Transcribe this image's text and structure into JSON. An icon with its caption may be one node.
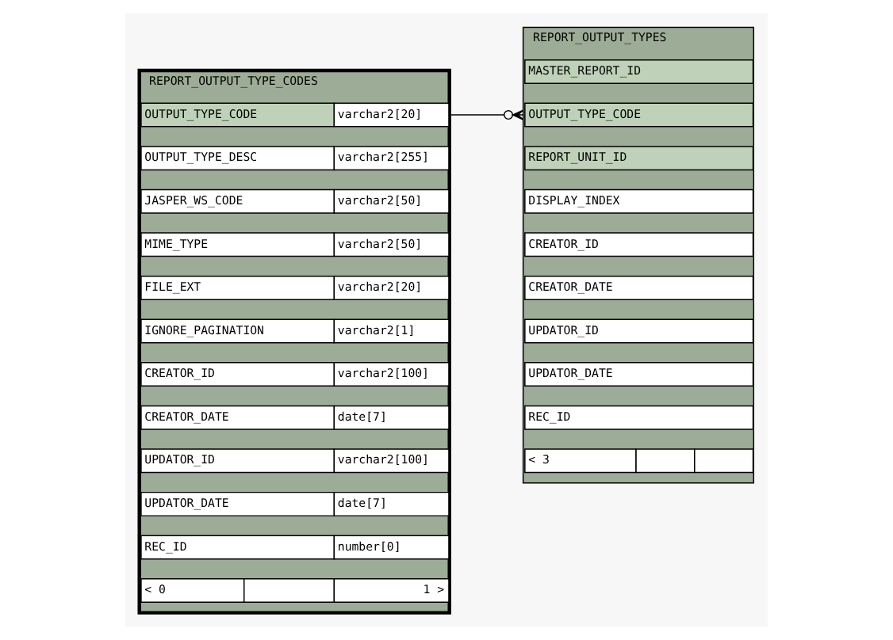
{
  "diagram": {
    "nodes": [
      {
        "text": [
          "REPORT_OUTPUT_TYPE_CODES"
        ]
      },
      {
        "text": [
          "OUTPUT_TYPE_CODE",
          "varchar2[20]"
        ],
        "in": 0
      },
      {
        "text": [
          "OUTPUT_TYPE_DESC",
          "varchar2[255]"
        ],
        "in": 0
      },
      {
        "text": [
          "JASPER_WS_CODE",
          "varchar2[50]"
        ],
        "in": 0
      },
      {
        "text": [
          "MIME_TYPE",
          "varchar2[50]"
        ],
        "in": 0
      },
      {
        "text": [
          "FILE_EXT",
          "varchar2[20]"
        ],
        "in": 0
      },
      {
        "text": [
          "IGNORE_PAGINATION",
          "varchar2[1]"
        ],
        "in": 0
      },
      {
        "text": [
          "CREATOR_ID",
          "varchar2[100]"
        ],
        "in": 0
      },
      {
        "text": [
          "CREATOR_DATE",
          "date[7]"
        ],
        "in": 0
      },
      {
        "text": [
          "UPDATOR_ID",
          "varchar2[100]"
        ],
        "in": 0
      },
      {
        "text": [
          "UPDATOR_DATE",
          "date[7]"
        ],
        "in": 0
      },
      {
        "text": [
          "REC_ID",
          "number[0]"
        ],
        "in": 0
      },
      {
        "text": [
          "< 0",
          "1 >"
        ],
        "in": 0
      },
      {
        "text": [
          "REPORT_OUTPUT_TYPES"
        ]
      },
      {
        "text": [
          "MASTER_REPORT_ID"
        ],
        "in": 13
      },
      {
        "text": [
          "OUTPUT_TYPE_CODE"
        ],
        "in": 13
      },
      {
        "text": [
          "REPORT_UNIT_ID"
        ],
        "in": 13
      },
      {
        "text": [
          "DISPLAY_INDEX"
        ],
        "in": 13
      },
      {
        "text": [
          "CREATOR_ID"
        ],
        "in": 13
      },
      {
        "text": [
          "CREATOR_DATE"
        ],
        "in": 13
      },
      {
        "text": [
          "UPDATOR_ID"
        ],
        "in": 13
      },
      {
        "text": [
          "UPDATOR_DATE"
        ],
        "in": 13
      },
      {
        "text": [
          "REC_ID"
        ],
        "in": 13
      },
      {
        "text": [
          "< 3"
        ],
        "in": 13
      }
    ],
    "edges": [
      {
        "from": 1,
        "to": 15,
        "arrow": "other"
      }
    ]
  }
}
